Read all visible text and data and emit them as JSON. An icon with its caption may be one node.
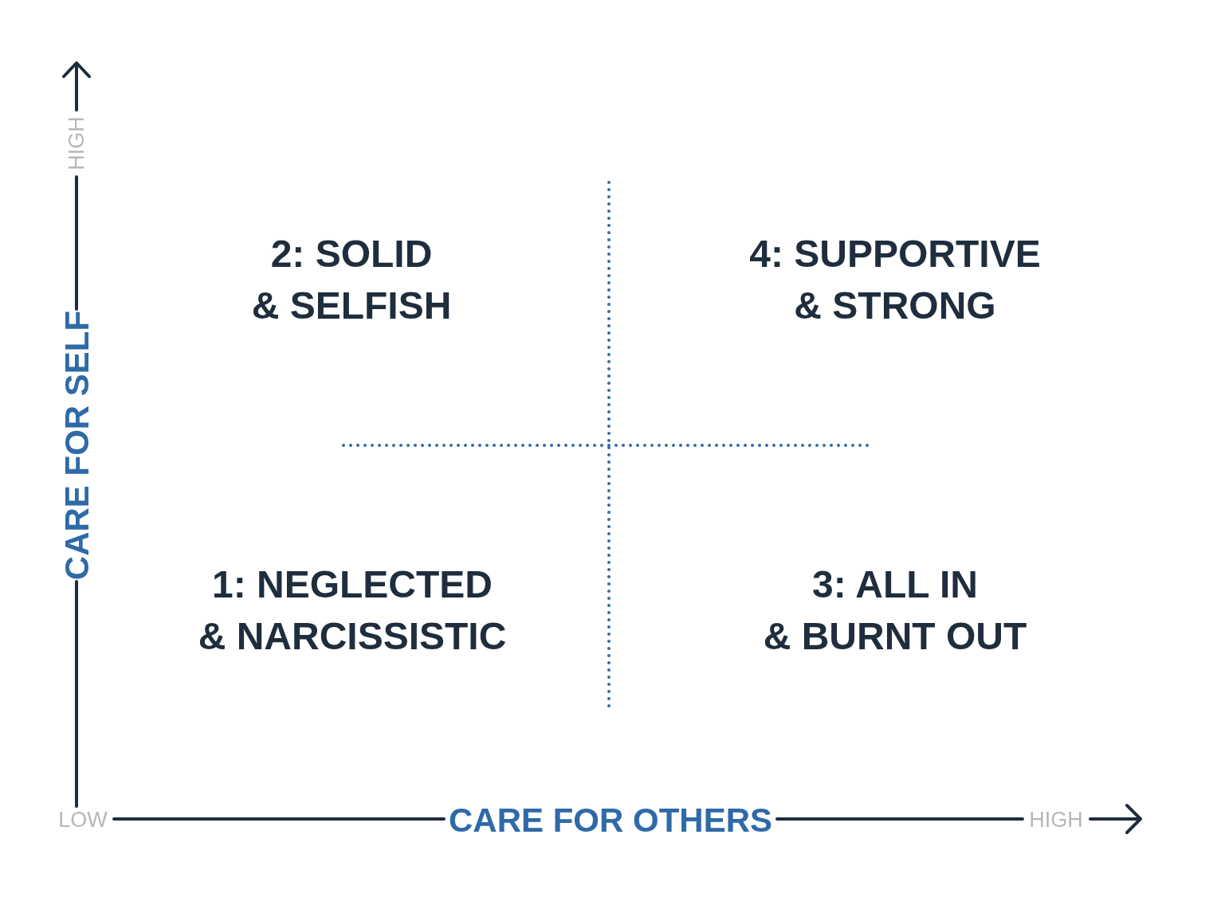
{
  "diagram": {
    "labels": [
      "HIGH",
      "2: SOLID & SELFISH",
      "4: SUPPORTIVE & STRONG",
      "CARE FOR SELF",
      "1: NEGLECTED & NARCISSISTIC",
      "3: ALL IN & BURNT OUT",
      "LOW",
      "CARE FOR OTHERS",
      "HIGH"
    ]
  }
}
